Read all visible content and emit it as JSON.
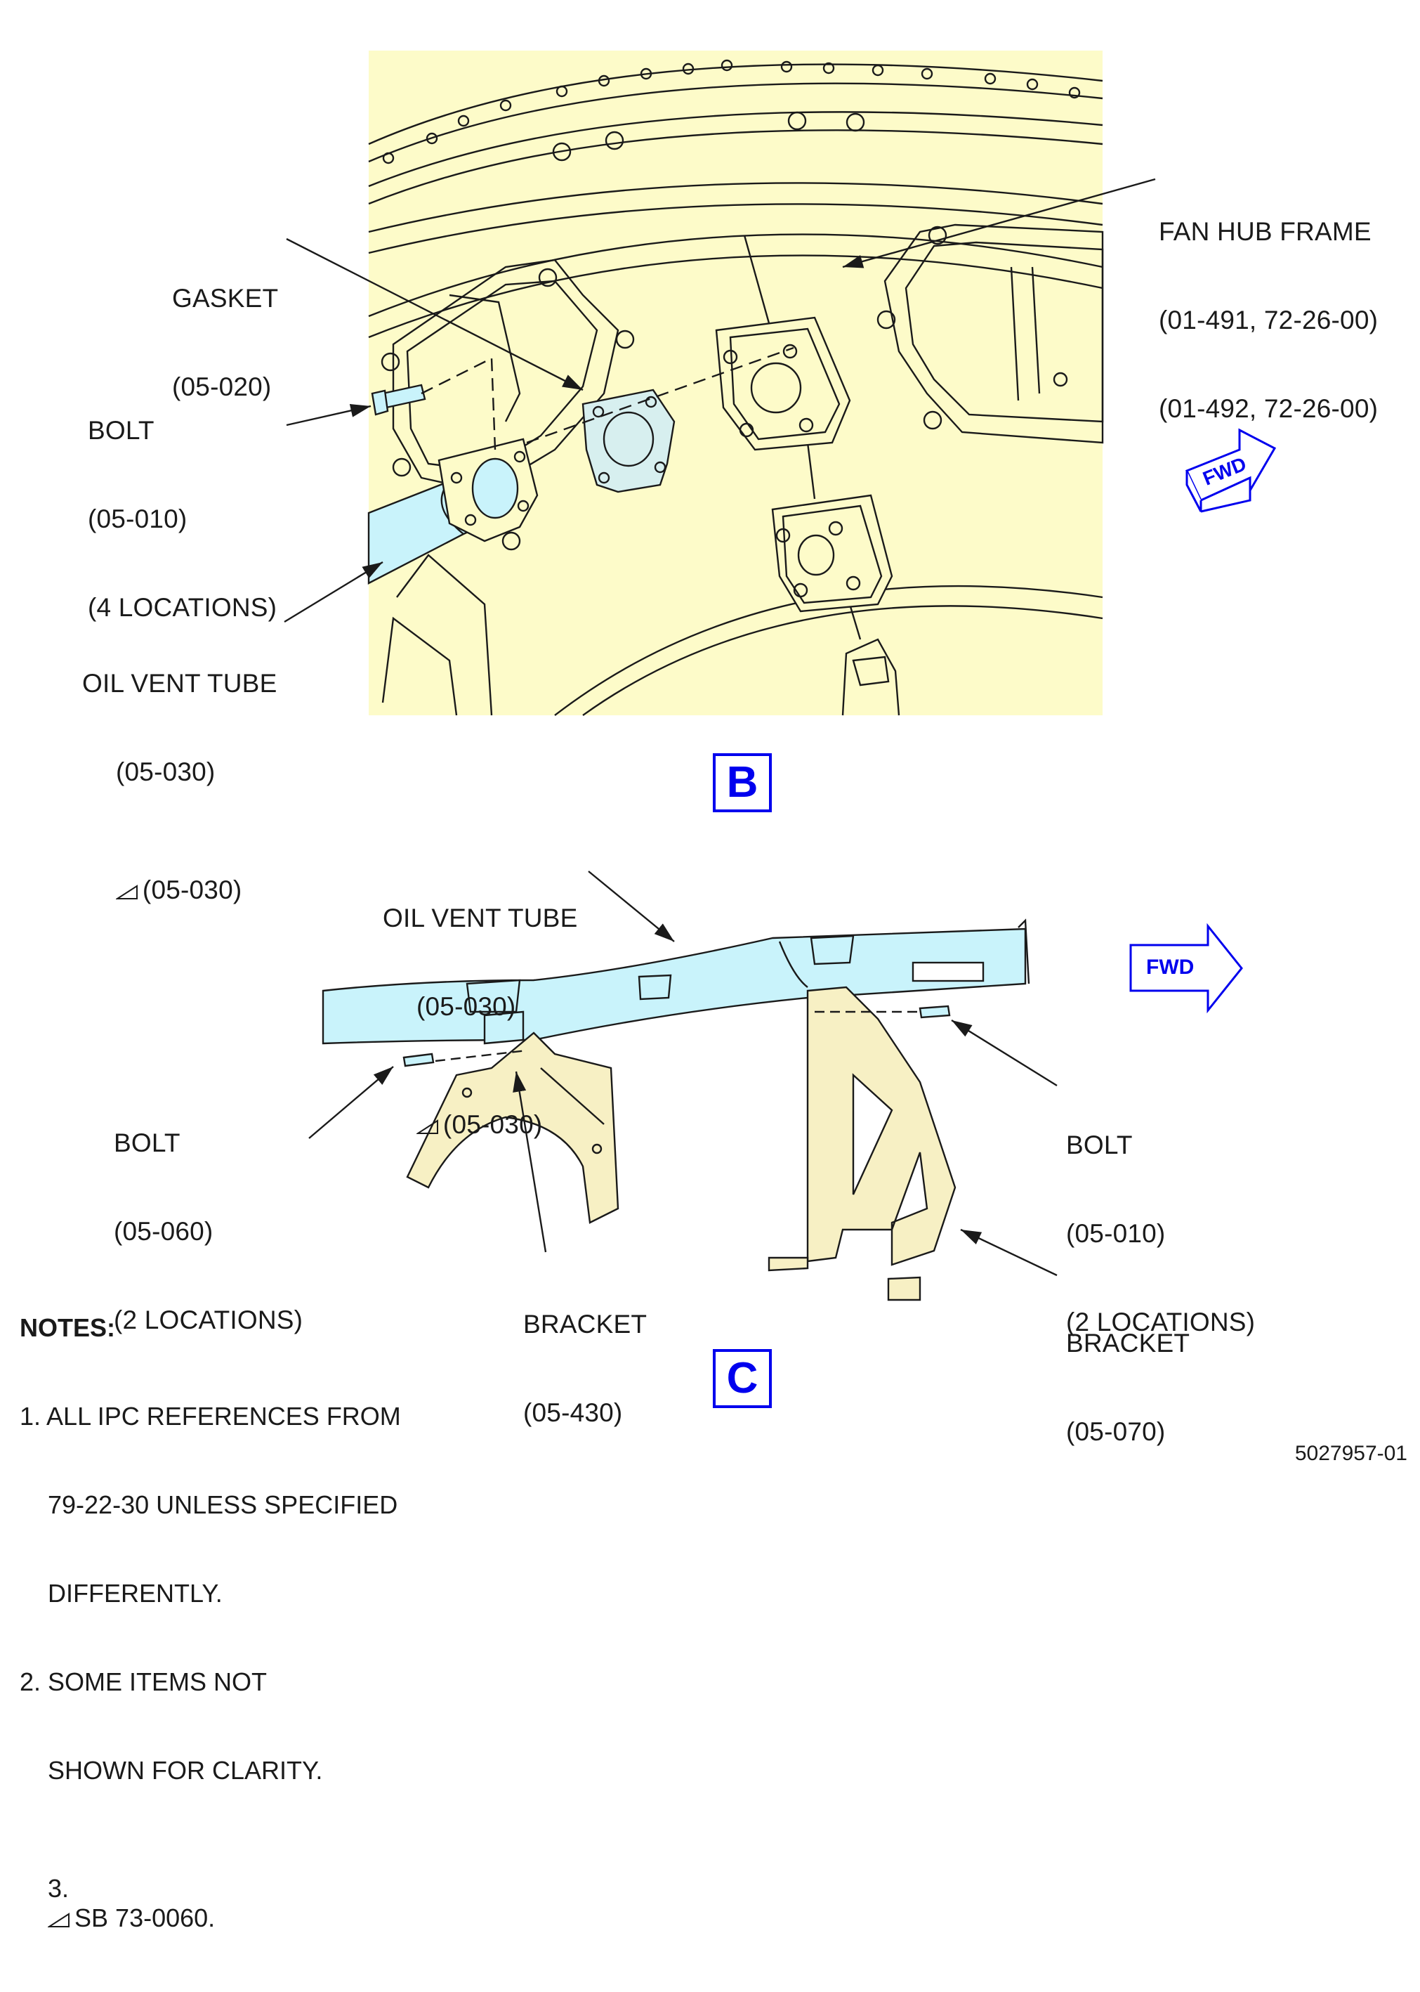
{
  "view_b": {
    "label": "B",
    "callouts": {
      "fan_hub_frame": {
        "name": "FAN HUB FRAME",
        "ref1": "(01-491, 72-26-00)",
        "ref2": "(01-492, 72-26-00)"
      },
      "gasket": {
        "name": "GASKET",
        "ref": "(05-020)"
      },
      "bolt": {
        "name": "BOLT",
        "ref": "(05-010)",
        "qty": "(4 LOCATIONS)"
      },
      "oil_vent_tube": {
        "name": "OIL VENT TUBE",
        "ref": "(05-030)",
        "sb_ref": "(05-030)"
      }
    },
    "fwd": "FWD"
  },
  "view_c": {
    "label": "C",
    "callouts": {
      "oil_vent_tube": {
        "name": "OIL VENT TUBE",
        "ref": "(05-030)",
        "sb_ref": "(05-030)"
      },
      "bolt_060": {
        "name": "BOLT",
        "ref": "(05-060)",
        "qty": "(2 LOCATIONS)"
      },
      "bolt_010": {
        "name": "BOLT",
        "ref": "(05-010)",
        "qty": "(2 LOCATIONS)"
      },
      "bracket_430": {
        "name": "BRACKET",
        "ref": "(05-430)"
      },
      "bracket_070": {
        "name": "BRACKET",
        "ref": "(05-070)"
      }
    },
    "fwd": "FWD"
  },
  "notes": {
    "heading": "NOTES:",
    "items": [
      "1. ALL IPC REFERENCES FROM",
      "    79-22-30 UNLESS SPECIFIED",
      "    DIFFERENTLY.",
      "2. SOME ITEMS NOT",
      "    SHOWN FOR CLARITY.",
      "3.",
      "SB 73-0060."
    ]
  },
  "drawing_number": "5027957-01",
  "colors": {
    "frame_fill": "#fdfbc9",
    "tube_fill": "#c9f3fb",
    "bracket_fill": "#f7f0c4",
    "accent_blue": "#0000ee",
    "line": "#1a1a1a"
  }
}
